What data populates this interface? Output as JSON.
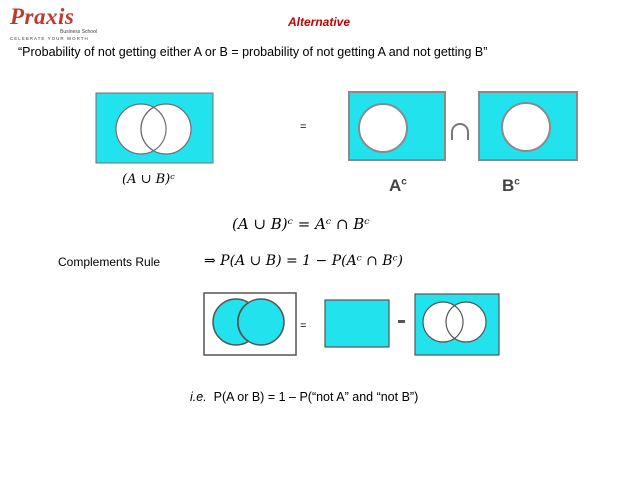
{
  "logo": {
    "word": "Praxis",
    "sub": "Business School",
    "tagline": "CELEBRATE YOUR WORTH"
  },
  "title": "Alternative",
  "statement": "“Probability of not getting either A or B  = probability of not getting A and not getting B”",
  "top_diagram": {
    "left_label": "(A ∪ B)ᶜ",
    "equals": "=",
    "ac_label": "A",
    "bc_label": "B",
    "superscript": "c"
  },
  "identity": "(A ∪ B)ᶜ = Aᶜ ∩ Bᶜ",
  "complements_rule": {
    "label": "Complements Rule",
    "formula": "⇒ P(A ∪ B) = 1 − P(Aᶜ ∩ Bᶜ)"
  },
  "bottom_diagram": {
    "equals": "="
  },
  "ie": {
    "prefix": "i.e.",
    "text": "P(A or B) = 1 – P(“not A” and “not B”)"
  },
  "colors": {
    "fill": "#22e2ee",
    "stroke": "#707070",
    "title": "#c00000"
  }
}
